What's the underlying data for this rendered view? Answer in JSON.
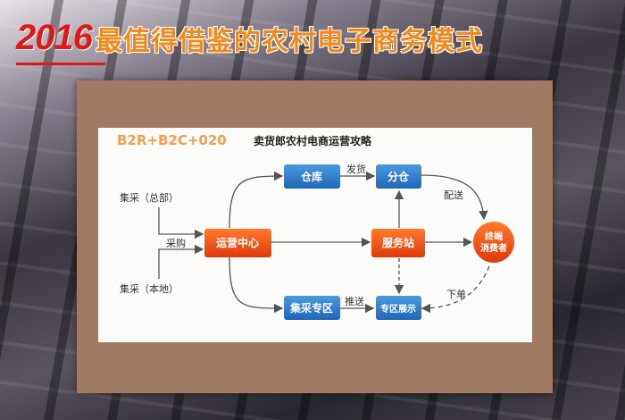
{
  "headline": {
    "year": "2016",
    "title": "最值得借鉴的农村电子商务模式"
  },
  "diagram": {
    "title_prefix": "B2R+B2C+020",
    "title": "卖货郎农村电商运营攻略",
    "nodes": {
      "warehouse": "仓库",
      "sub_warehouse": "分仓",
      "ops_center": "运营中心",
      "service_station": "服务站",
      "consumer_line1": "终端",
      "consumer_line2": "消费者",
      "collective_zone": "集采专区",
      "zone_display": "专区展示"
    },
    "sources": {
      "hq": "集采（总部）",
      "purchase": "采购",
      "local": "集采（本地）"
    },
    "edges": {
      "ship": "发货",
      "deliver": "配送",
      "push": "推送",
      "order": "下单"
    },
    "colors": {
      "blue": "#2a78c8",
      "orange": "#ee4a12",
      "title_orange": "#f0a050"
    }
  }
}
